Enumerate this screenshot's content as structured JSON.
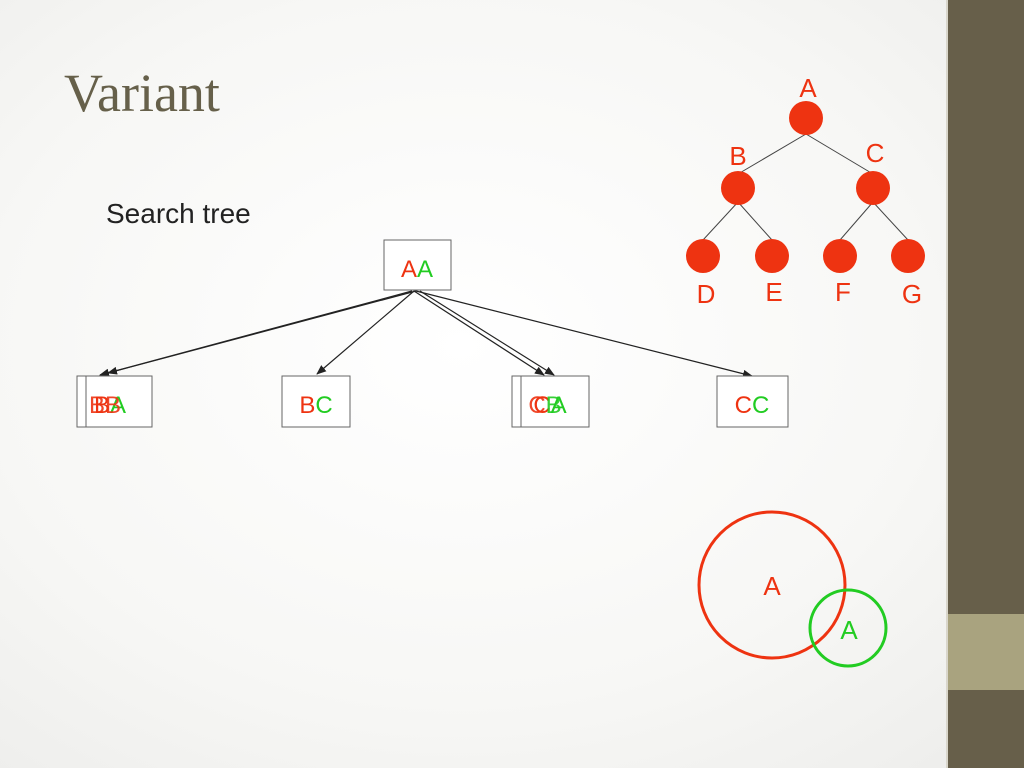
{
  "slide": {
    "title": "Variant",
    "subtitle": "Search tree",
    "colors": {
      "primary": "#ee3311",
      "variant": "#22cc22",
      "sidebar": "#675f4a",
      "sidebar_accent": "#a9a37f"
    }
  },
  "search_tree": {
    "root": {
      "p1": "A",
      "p2": "A"
    },
    "children": [
      {
        "front": {
          "p1": "B",
          "p2": "B"
        },
        "back": {
          "p1": "B",
          "p2": "A"
        }
      },
      {
        "front": {
          "p1": "B",
          "p2": "C"
        }
      },
      {
        "front": {
          "p1": "C",
          "p2": "B"
        },
        "back": {
          "p1": "C",
          "p2": "A"
        }
      },
      {
        "front": {
          "p1": "C",
          "p2": "C"
        }
      }
    ]
  },
  "binary_tree": {
    "nodes": [
      "A",
      "B",
      "C",
      "D",
      "E",
      "F",
      "G"
    ]
  },
  "venn": {
    "big": "A",
    "small": "A"
  }
}
